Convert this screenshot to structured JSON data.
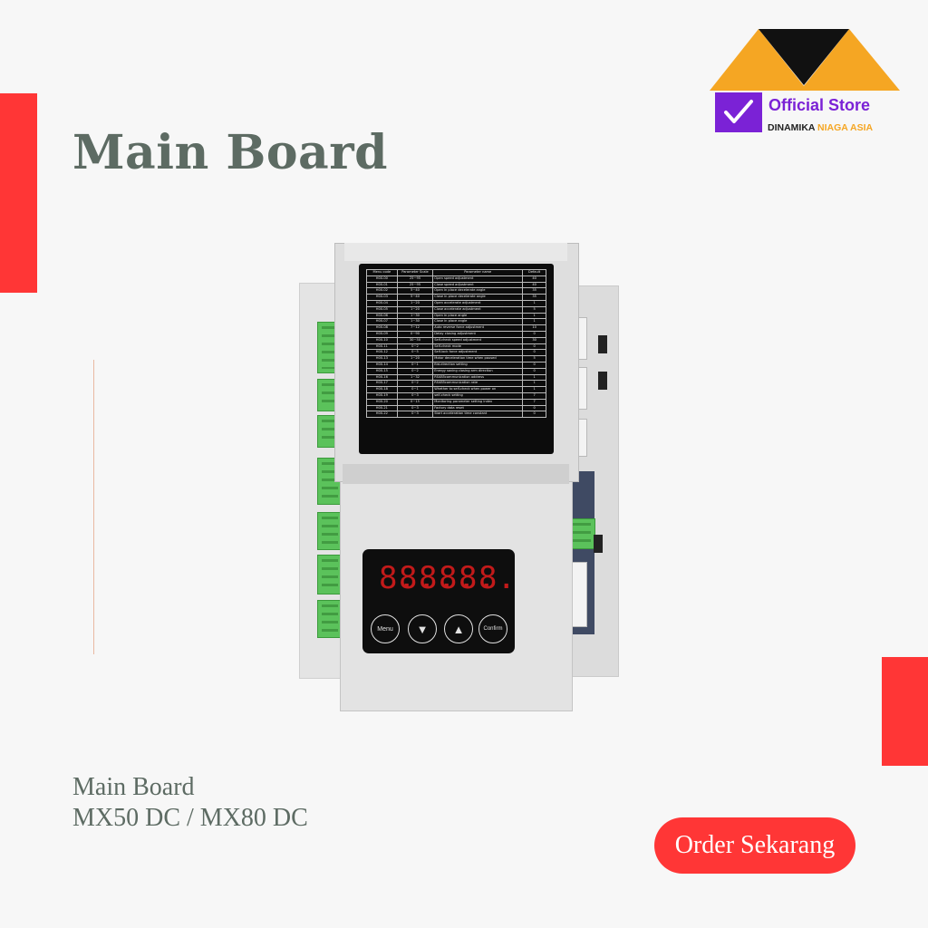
{
  "title": "Main Board",
  "caption": {
    "line1": "Main Board",
    "line2": "MX50 DC / MX80 DC"
  },
  "order_button": {
    "label": "Order Sekarang"
  },
  "logo": {
    "official": "Official Store",
    "company_part1": "DINAMIKA ",
    "company_part2": "NIAGA ASIA",
    "icon": "checkmark-badge-icon"
  },
  "colors": {
    "accent_red": "#ff3636",
    "title_gray": "#5d6b63",
    "logo_orange": "#f5a623",
    "logo_purple": "#7b22d6"
  },
  "device": {
    "segment_digits": [
      "8.",
      "8.",
      "8.",
      "8.",
      "8.",
      "8."
    ],
    "keys": {
      "menu": "Menu",
      "down": "▼",
      "up": "▲",
      "confirm": "Confirm"
    },
    "param_table": {
      "headers": [
        "Menu code",
        "Parameter Scale",
        "Parameter name",
        "Default"
      ],
      "rows": [
        [
          "H00-00",
          "25~95",
          "Open speed adjustment",
          "40"
        ],
        [
          "H00-01",
          "25~95",
          "Close speed adjustment",
          "40"
        ],
        [
          "H00-02",
          "5~40",
          "Open in place decelerate angle",
          "35"
        ],
        [
          "H00-03",
          "5~40",
          "Close in place decelerate angle",
          "35"
        ],
        [
          "H00-04",
          "1~20",
          "Open accelerate adjustment",
          "1"
        ],
        [
          "H00-05",
          "1~20",
          "Close accelerate adjustment",
          "5"
        ],
        [
          "H00-06",
          "1~30",
          "Open in place angle",
          "1"
        ],
        [
          "H00-07",
          "1~30",
          "Close in place angle",
          "1"
        ],
        [
          "H00-08",
          "7~12",
          "Auto reverse force adjustment",
          "10"
        ],
        [
          "H00-09",
          "0~90",
          "Delay closing adjustment",
          "0"
        ],
        [
          "H00-10",
          "30~50",
          "Self-check speed adjustment",
          "30"
        ],
        [
          "H00-11",
          "0~2",
          "Self-check mode",
          "0"
        ],
        [
          "H00-12",
          "0~5",
          "Self-lock force adjustment",
          "0"
        ],
        [
          "H00-13",
          "1~20",
          "Motor deceleration time when paused",
          "5"
        ],
        [
          "H00-14",
          "0~1",
          "Bid-direction setting",
          "0"
        ],
        [
          "H00-15",
          "0~2",
          "Energy saving closing arm direction",
          "0"
        ],
        [
          "H00-16",
          "1~32",
          "RS485communication address",
          "1"
        ],
        [
          "H00-17",
          "0~2",
          "RS485communication rate",
          "1"
        ],
        [
          "H00-18",
          "0~1",
          "Whether to self-check when power on",
          "1"
        ],
        [
          "H00-19",
          "0~3",
          "self-check setting",
          "7"
        ],
        [
          "H00-20",
          "0~15",
          "Monitoring parameter setting index",
          "7"
        ],
        [
          "H00-21",
          "0~3",
          "Factory data reset",
          "0"
        ],
        [
          "H00-22",
          "0~3",
          "Start acceleration time constant",
          "0"
        ]
      ]
    }
  }
}
